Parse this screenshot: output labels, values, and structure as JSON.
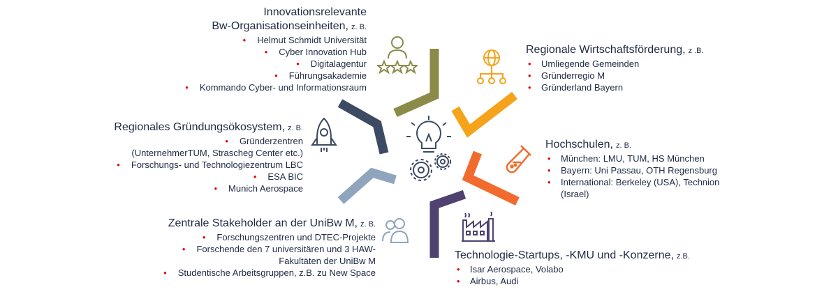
{
  "colors": {
    "bullet": "#e10a0a",
    "text": "#1f2a44",
    "arm_olive": "#8c8a48",
    "arm_orange_yellow": "#f4a31a",
    "arm_orange": "#f26b2e",
    "arm_purple": "#4f4270",
    "arm_light_blue": "#8fa4bd",
    "arm_dark_blue": "#3c4a63",
    "icons_left": "#3c4a63",
    "icon_top": "#8c8a48"
  },
  "icons": {
    "center": [
      "lightbulb-icon",
      "gears-icon"
    ],
    "top": "person-stars-icon",
    "top_right": "globe-network-icon",
    "right": "test-tube-icon",
    "bottom_right": "factory-icon",
    "bottom_left": "people-icon",
    "left": "rocket-icon"
  },
  "blocks": {
    "bw": {
      "title_line1": "Innovationsrelevante",
      "title_line2": "Bw-Organisationseinheiten,",
      "suffix": "z. B.",
      "items": [
        "Helmut Schmidt Universität",
        "Cyber Innovation Hub",
        "Digitalagentur",
        "Führungsakademie",
        "Kommando Cyber- und Informationsraum"
      ]
    },
    "regional": {
      "title": "Regionale Wirtschaftsförderung,",
      "suffix": "z .B.",
      "items": [
        "Umliegende Gemeinden",
        "Gründerregio M",
        "Gründerland Bayern"
      ]
    },
    "hochschulen": {
      "title": "Hochschulen,",
      "suffix": "z. B.",
      "items": [
        "München: LMU, TUM, HS München",
        "Bayern: Uni Passau, OTH Regensburg",
        "International: Berkeley (USA), Technion (Israel)"
      ]
    },
    "startups": {
      "title": "Technologie-Startups, -KMU und -Konzerne,",
      "suffix": "z.B.",
      "items": [
        "Isar Aerospace, Volabo",
        "Airbus, Audi"
      ]
    },
    "stakeholder": {
      "title": "Zentrale Stakeholder an der UniBw M,",
      "suffix": "z. B.",
      "items": [
        "Forschungszentren und DTEC-Projekte",
        "Forschende den 7 universitären und 3 HAW-",
        "Fakultäten der UniBw M",
        "Studentische Arbeitsgruppen, z.B. zu New Space"
      ]
    },
    "oekosystem": {
      "title": "Regionales Gründungsökosystem,",
      "suffix": "z. B.",
      "items": [
        "Gründerzentren",
        "(UnternehmerTUM, Strascheg Center etc.)",
        "Forschungs- und Technologiezentrum LBC",
        "ESA BIC",
        "Munich Aerospace"
      ]
    }
  }
}
